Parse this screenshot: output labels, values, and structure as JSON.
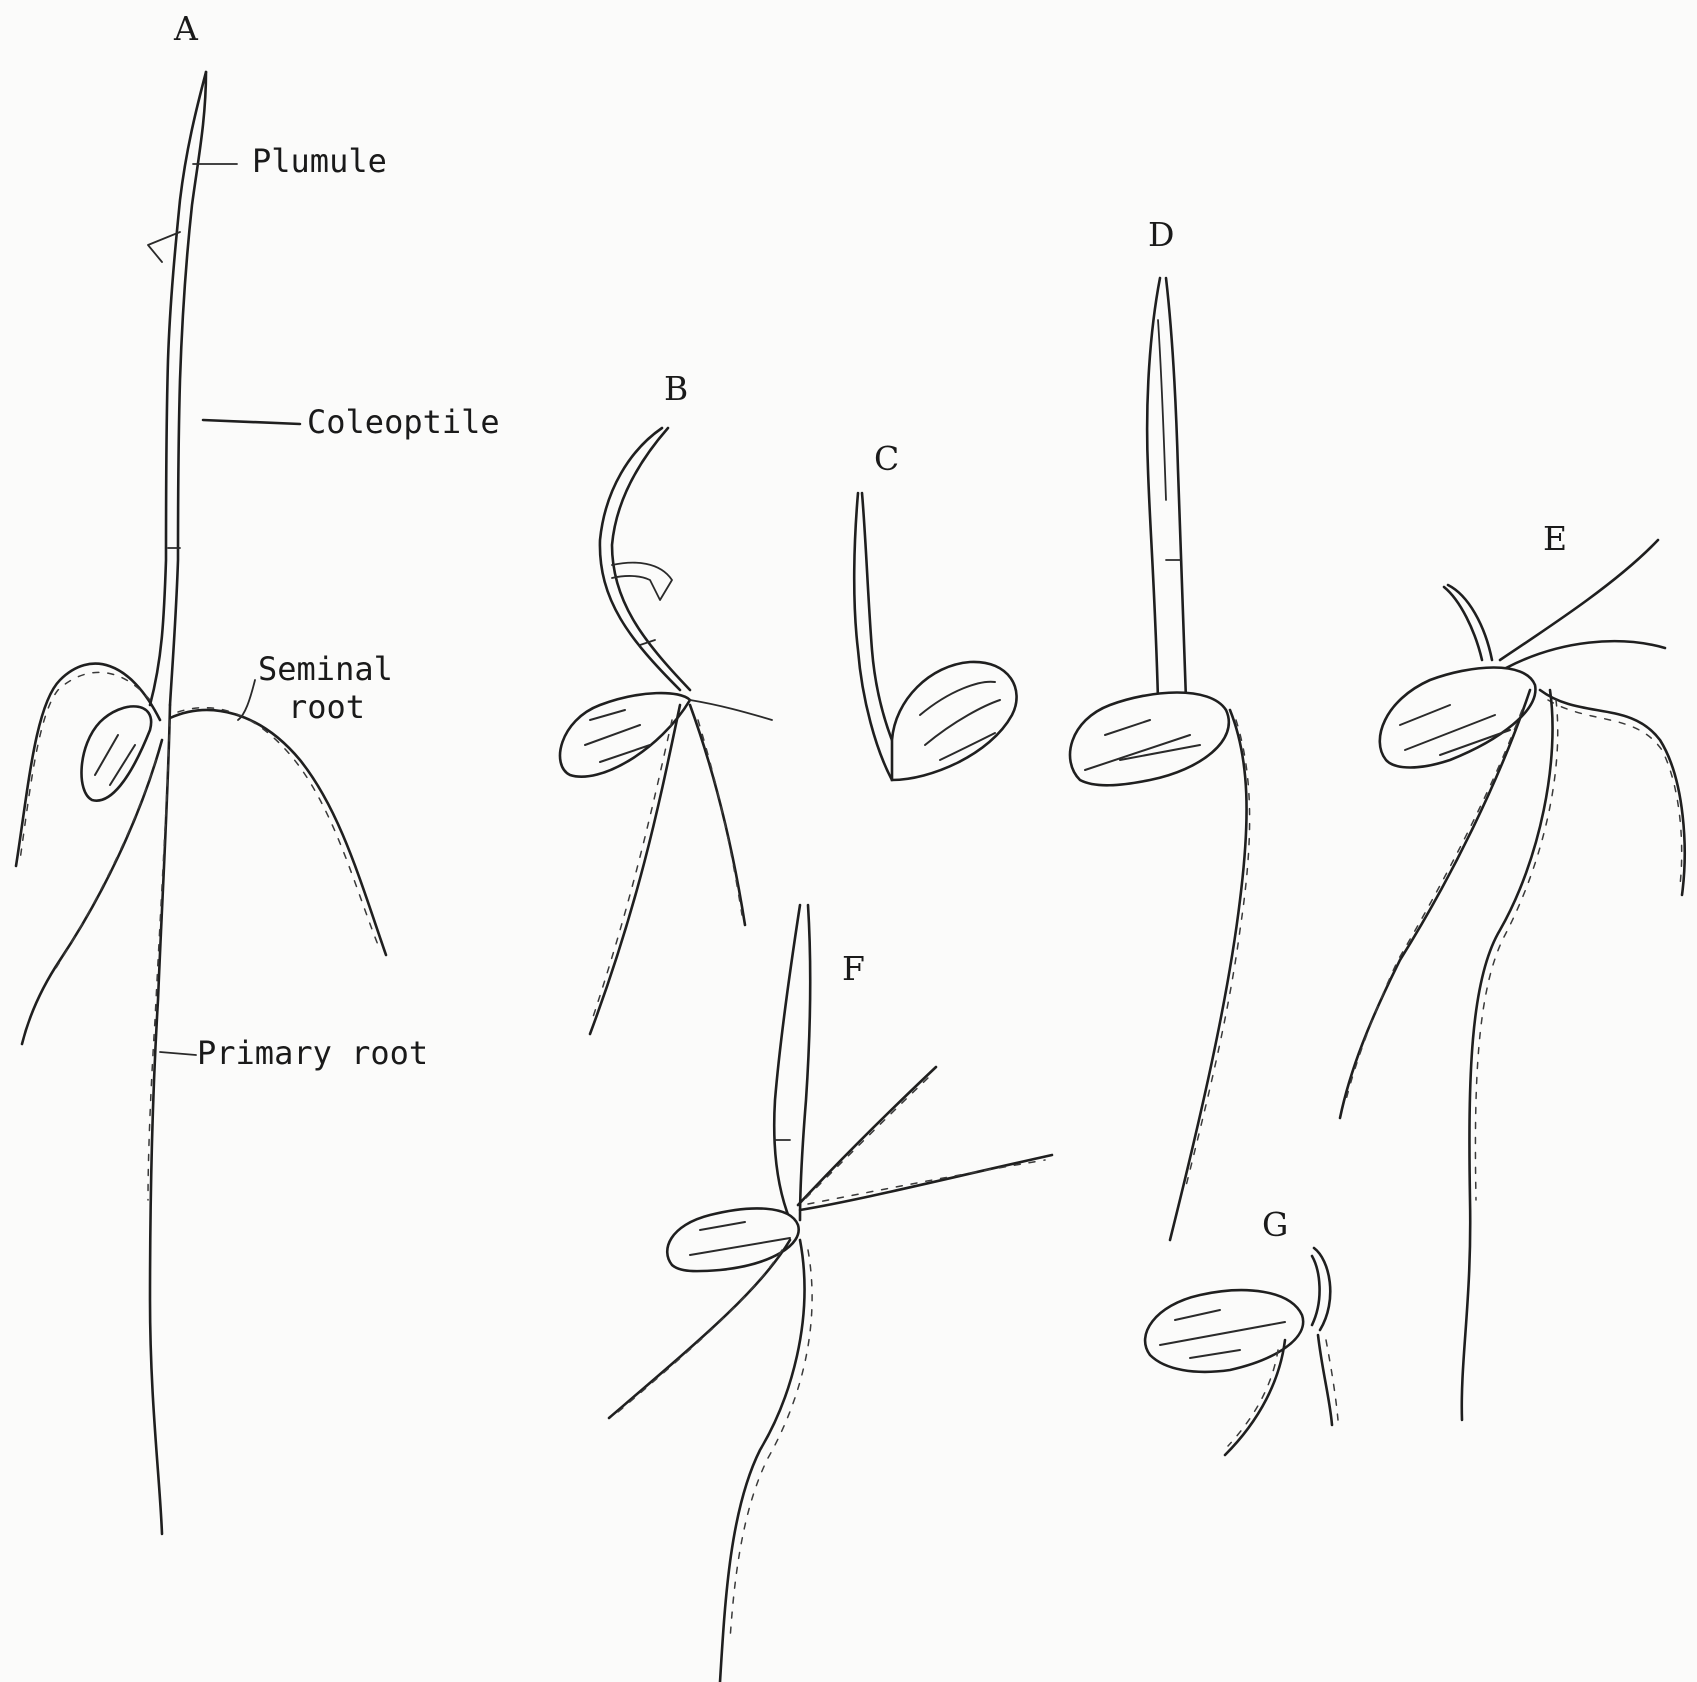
{
  "panels": {
    "A": "A",
    "B": "B",
    "C": "C",
    "D": "D",
    "E": "E",
    "F": "F",
    "G": "G"
  },
  "labels": {
    "plumule": "Plumule",
    "coleoptile": "Coleoptile",
    "seminal_root_line1": "Seminal",
    "seminal_root_line2": "root",
    "primary_root": "Primary root"
  }
}
